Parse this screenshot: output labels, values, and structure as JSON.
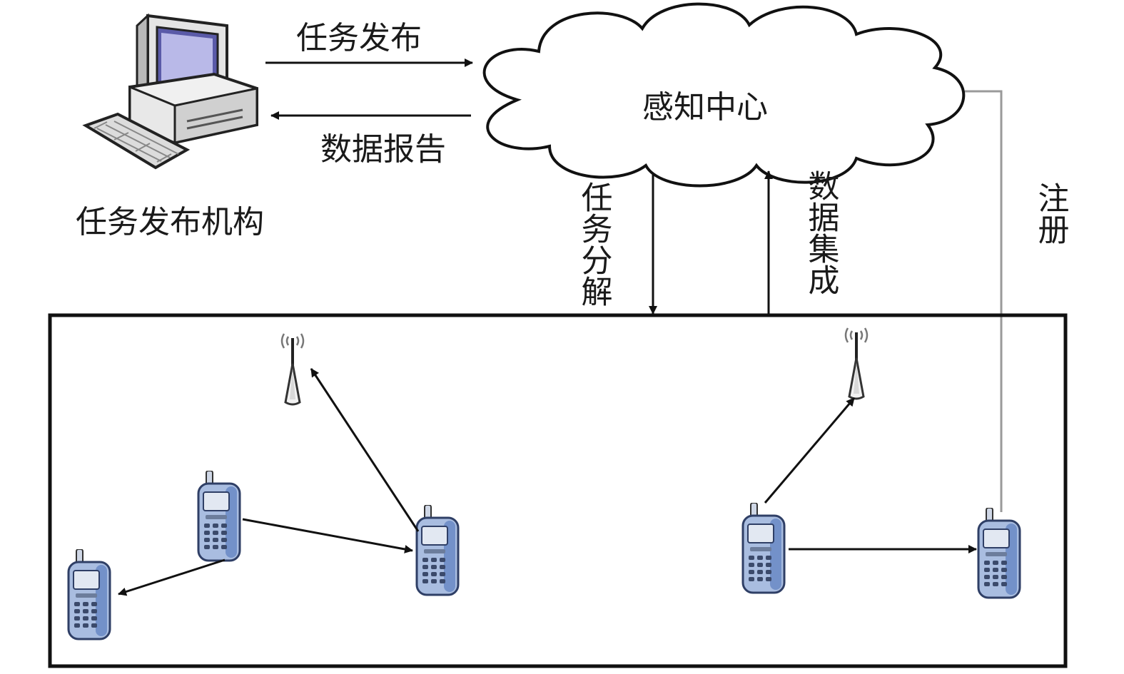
{
  "labels": {
    "task_publish": "任务发布",
    "data_report": "数据报告",
    "publisher": "任务发布机构",
    "sensing_center": "感知中心",
    "task_decompose": "任务分解",
    "data_integrate": "数据集成",
    "register": "注册"
  },
  "icons": {
    "computer": "desktop-computer-icon",
    "cloud": "cloud-icon",
    "antenna": "antenna-icon",
    "phone": "mobile-phone-icon"
  },
  "colors": {
    "line": "#111111",
    "register_line": "#9a9a9a",
    "phone_body": "#a9bde0",
    "phone_dark": "#4f6fa8",
    "screen": "#d4dcea"
  }
}
